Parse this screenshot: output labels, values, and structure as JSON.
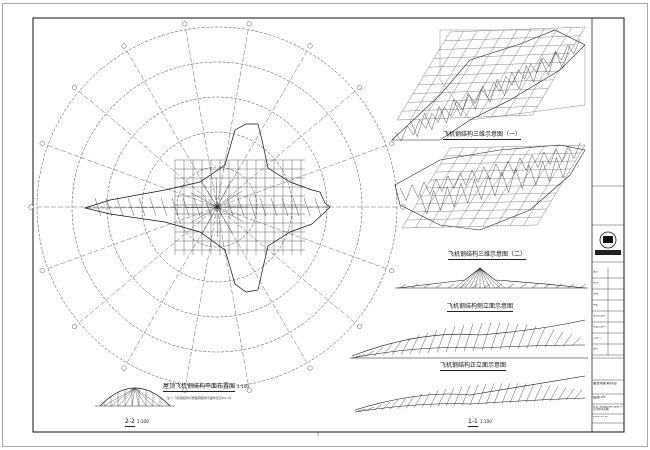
{
  "titles": {
    "plan": "屋顶飞机钢结构平面布置图",
    "plan_scale": "1:100",
    "plan_note": "注:1.飞机钢结构与屋面钢结构平面布置见DS-10",
    "view3d_1": "飞机钢结构三维示意图（一）",
    "view3d_2": "飞机钢结构三维示意图（二）",
    "side_elev": "飞机钢结构侧立面示意图",
    "front_elev": "飞机钢结构正立面示意图",
    "section_22": "2-2",
    "section_22_scale": "1:100",
    "section_11": "1-1",
    "section_11_scale": "1:100"
  },
  "title_block": {
    "project": "唐宫电影城项目",
    "drawing_no": "结施-09",
    "drawing_name": "屋顶飞机钢结构布置图 节点大样示意图",
    "date": "2022.11.10",
    "rows": [
      "设计",
      "校对",
      "审核",
      "审定",
      "专业负责人",
      "项目负责人",
      "工程号",
      "图号"
    ]
  },
  "icons": [
    "compass-seal-icon"
  ]
}
